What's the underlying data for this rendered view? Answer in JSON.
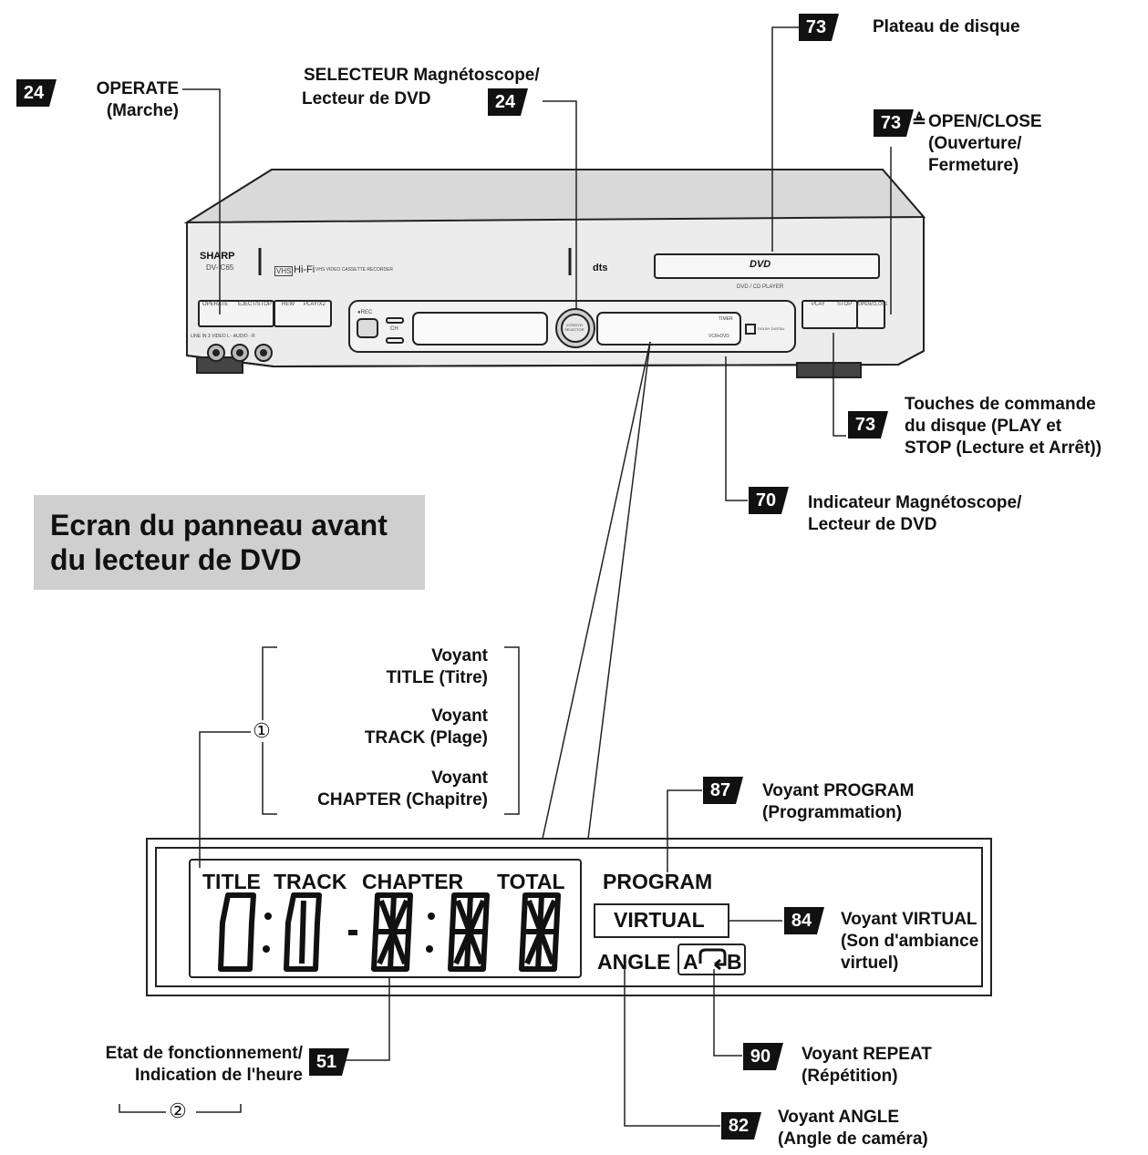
{
  "callouts": {
    "operate": {
      "page": "24",
      "text": "OPERATE\n(Marche)"
    },
    "selector": {
      "page": "24",
      "line1": "SELECTEUR Magnétoscope/",
      "line2": "Lecteur de DVD"
    },
    "disc_tray": {
      "page": "73",
      "text": "Plateau de disque"
    },
    "open_close": {
      "page": "73",
      "text": "OPEN/CLOSE\n(Ouverture/\nFermeture)",
      "symbol": "≜"
    },
    "disc_keys": {
      "page": "73",
      "text": "Touches de commande\ndu disque (PLAY et\nSTOP (Lecture et Arrêt))"
    },
    "vcr_dvd_indicator": {
      "page": "70",
      "text": "Indicateur Magnétoscope/\nLecteur de DVD"
    },
    "program": {
      "page": "87",
      "text": "Voyant PROGRAM\n(Programmation)"
    },
    "virtual": {
      "page": "84",
      "text": "Voyant VIRTUAL\n(Son d'ambiance\nvirtuel)"
    },
    "repeat": {
      "page": "90",
      "text": "Voyant REPEAT\n(Répétition)"
    },
    "angle": {
      "page": "82",
      "text": "Voyant ANGLE\n(Angle de caméra)"
    },
    "time": {
      "page": "51",
      "text": "Etat de fonctionnement/\nIndication de l'heure"
    }
  },
  "heading": "Ecran du panneau avant\ndu lecteur de DVD",
  "bracket_labels": {
    "title": "Voyant\nTITLE (Titre)",
    "track": "Voyant\nTRACK (Plage)",
    "chapter": "Voyant\nCHAPTER (Chapitre)"
  },
  "markers": {
    "one": "①",
    "two": "②"
  },
  "display": {
    "title": "TITLE",
    "track": "TRACK",
    "chapter": "CHAPTER",
    "total": "TOTAL",
    "program": "PROGRAM",
    "virtual": "VIRTUAL",
    "angle": "ANGLE",
    "ab_a": "A",
    "ab_b": "B"
  },
  "panel": {
    "brand": "SHARP",
    "model": "DV-  C65",
    "vhs": "VHS",
    "hifi": "Hi-Fi",
    "vcr_text": "VHS VIDEO CASSETTE RECORDER",
    "operate": "OPERATE",
    "eject_stop": "EJECT/STOP",
    "rew": "REW",
    "play_x2": "PLAY/X2",
    "line_in": "LINE IN 3  VIDEO    L - AUDIO - R",
    "rec": "●REC",
    "ch": "CH",
    "selector": "VCR/DVD\nSELECTOR",
    "timer": "TIMER",
    "vcr_dvd": "VCR▪DVD",
    "dts": "dts",
    "dolby": "DOLBY DIGITAL",
    "dvd_logo": "DVD",
    "dvd_cd": "DVD / CD PLAYER",
    "play": "PLAY",
    "stop": "STOP",
    "open_close": "OPEN/CLOSE"
  }
}
